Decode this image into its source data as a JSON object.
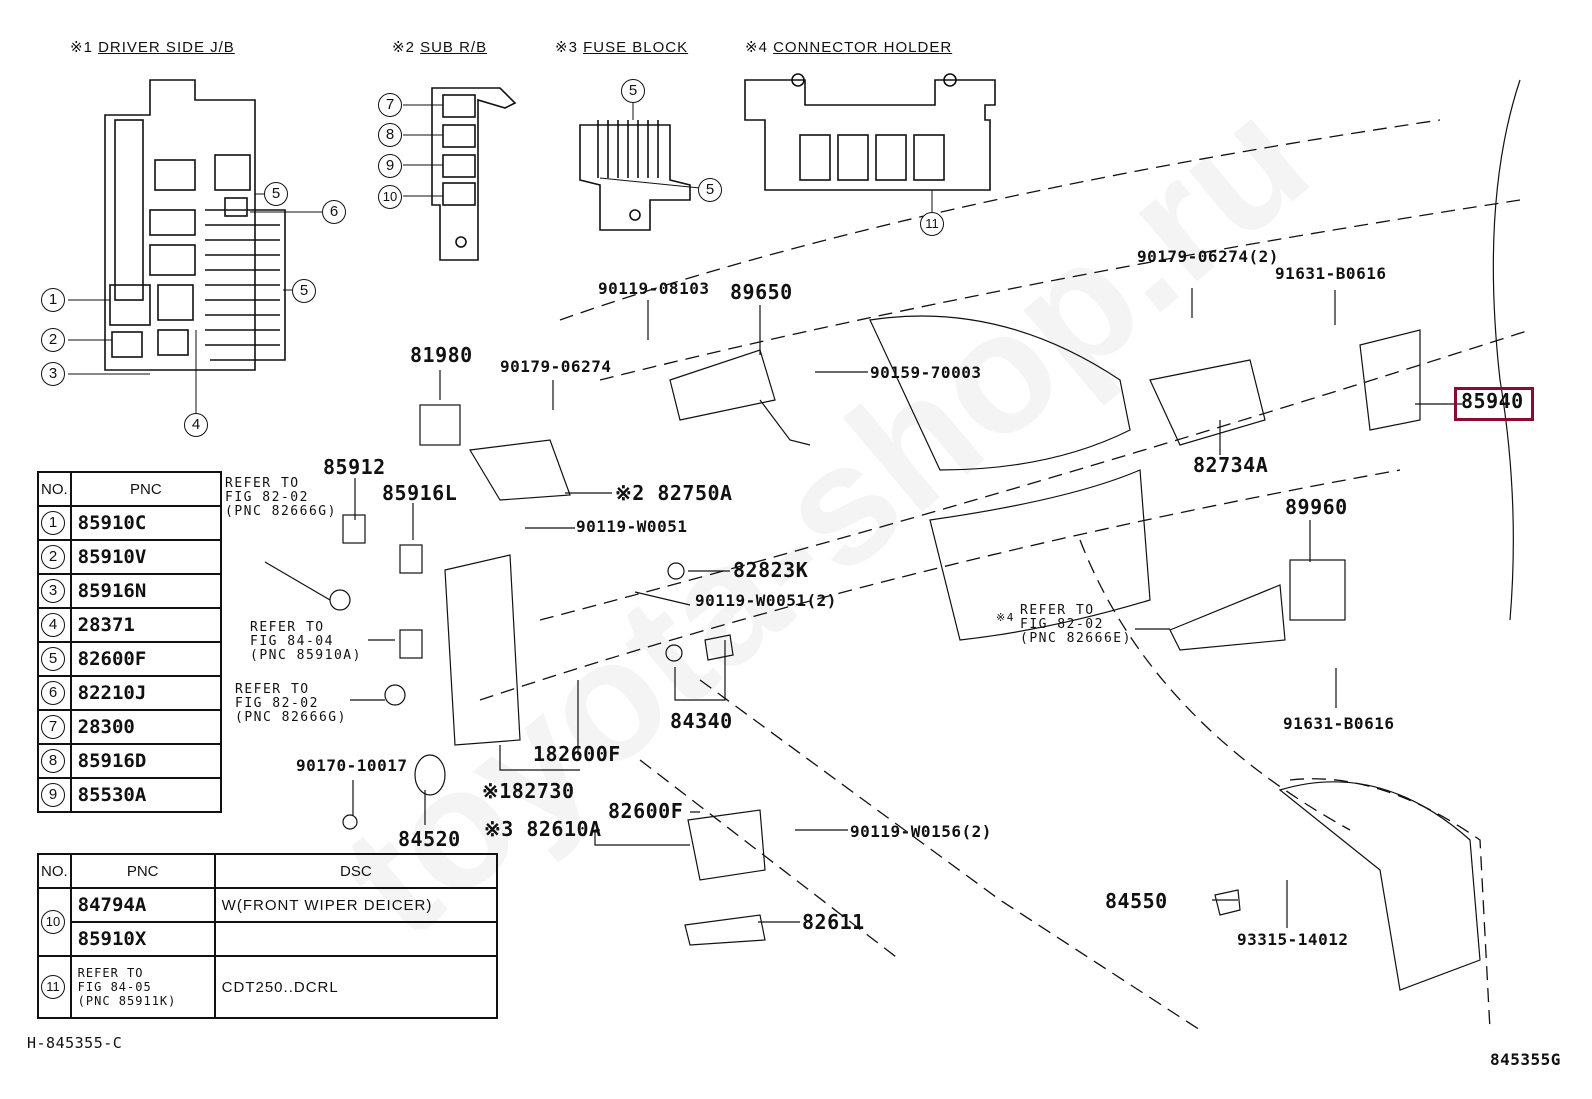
{
  "headings": [
    {
      "mark": "※1",
      "text": "DRIVER SIDE J/B"
    },
    {
      "mark": "※2",
      "text": "SUB R/B"
    },
    {
      "mark": "※3",
      "text": "FUSE BLOCK"
    },
    {
      "mark": "※4",
      "text": "CONNECTOR HOLDER"
    }
  ],
  "callouts": {
    "jb": [
      "1",
      "2",
      "3",
      "4",
      "5",
      "6",
      "5"
    ],
    "rb": [
      "7",
      "8",
      "9",
      "10"
    ],
    "fuse": [
      "5",
      "5"
    ],
    "holder": [
      "11"
    ]
  },
  "labels": {
    "p90119_08103": "90119-08103",
    "p89650": "89650",
    "p90179_06274": "90179-06274",
    "p90159_70003": "90159-70003",
    "p81980": "81980",
    "p85912": "85912",
    "p85916L": "85916L",
    "p82750A": "※2 82750A",
    "p90119_W0051": "90119-W0051",
    "p82823K": "82823K",
    "p90119_W0051_2": "90119-W0051(2)",
    "p84340": "84340",
    "p182600F": "182600F",
    "p182730": "※182730",
    "p90170_10017": "90170-10017",
    "p84520": "84520",
    "p82600F": "82600F",
    "p82610A": "※3 82610A",
    "p90119_W0156": "90119-W0156(2)",
    "p82611": "82611",
    "p84550": "84550",
    "p93315_14012": "93315-14012",
    "p91631_B0616_low": "91631-B0616",
    "p89960": "89960",
    "p90179_06274_2": "90179-06274(2)",
    "p91631_B0616": "91631-B0616",
    "p85940": "85940",
    "p82734A": "82734A"
  },
  "notes": {
    "refer1": "REFER TO\nFIG 82-02\n(PNC 82666G)",
    "refer2": "REFER TO\nFIG 84-04\n(PNC 85910A)",
    "refer3": "REFER TO\nFIG 82-02\n(PNC 82666G)",
    "refer4_mark": "※4",
    "refer4": "REFER TO\nFIG 82-02\n(PNC 82666E)"
  },
  "highlight_color": "#8b0a33",
  "table1": {
    "headers": [
      "NO.",
      "PNC"
    ],
    "rows": [
      {
        "no": "1",
        "pnc": "85910C"
      },
      {
        "no": "2",
        "pnc": "85910V"
      },
      {
        "no": "3",
        "pnc": "85916N"
      },
      {
        "no": "4",
        "pnc": "28371"
      },
      {
        "no": "5",
        "pnc": "82600F"
      },
      {
        "no": "6",
        "pnc": "82210J"
      },
      {
        "no": "7",
        "pnc": "28300"
      },
      {
        "no": "8",
        "pnc": "85916D"
      },
      {
        "no": "9",
        "pnc": "85530A"
      }
    ]
  },
  "table2": {
    "headers": [
      "NO.",
      "PNC",
      "DSC"
    ],
    "rows": [
      {
        "no": "10",
        "pnc": "84794A",
        "dsc": "W(FRONT WIPER DEICER)"
      },
      {
        "no": "",
        "pnc": "85910X",
        "dsc": ""
      },
      {
        "no": "11",
        "pnc": "REFER TO\nFIG 84-05\n(PNC 85911K)",
        "dsc": "CDT250..DCRL"
      }
    ]
  },
  "footer": {
    "left_code": "H-845355-C",
    "right_code": "845355G"
  }
}
